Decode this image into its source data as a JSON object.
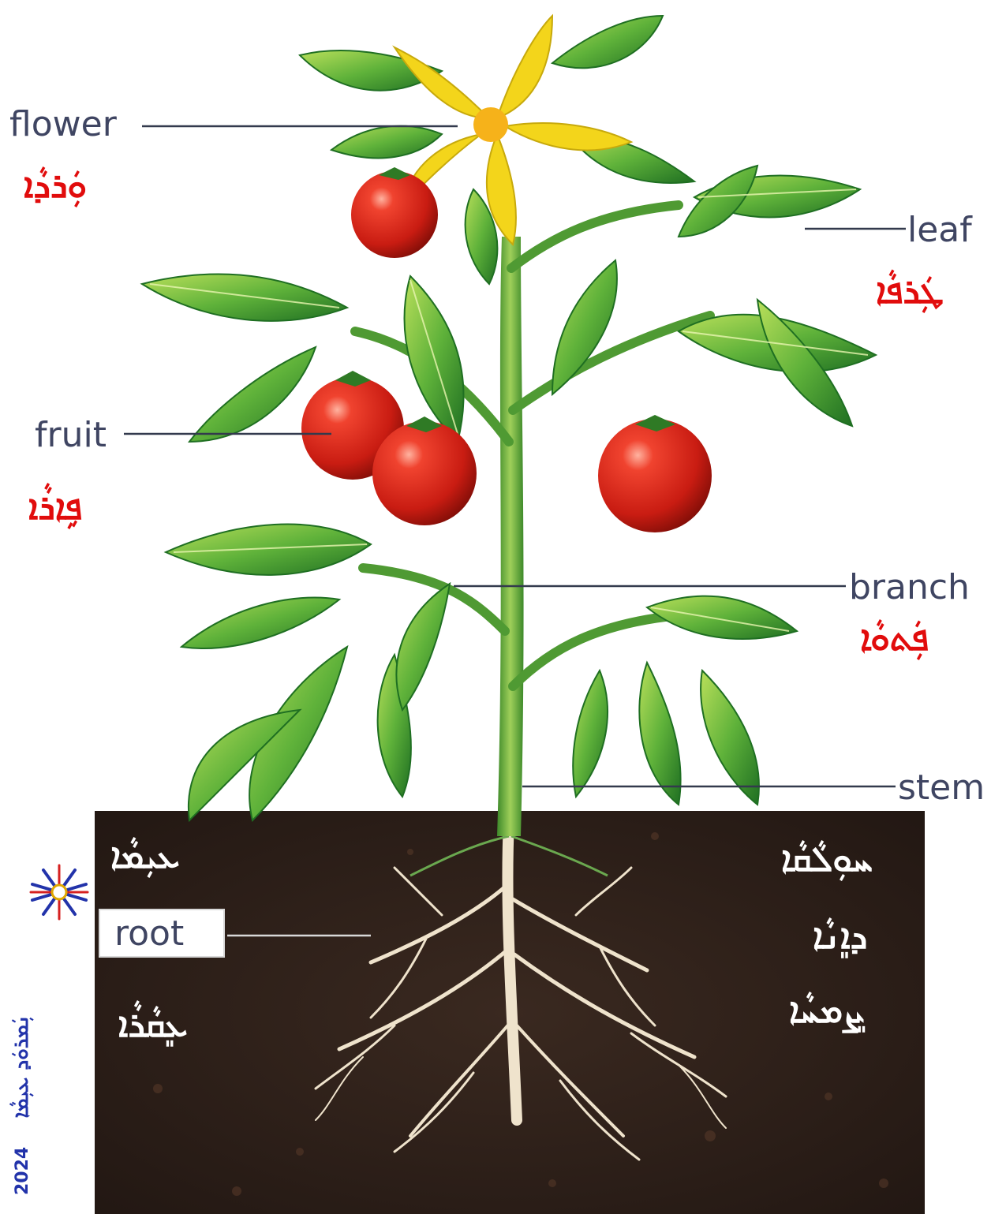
{
  "labels": {
    "flower": {
      "en": "flower",
      "syriac": "ܘܲܪܕܵܐ"
    },
    "leaf": {
      "en": "leaf",
      "syriac": "ܛܲܪܦܵܐ"
    },
    "fruit": {
      "en": "fruit",
      "syriac": "ܦܹܐܪܵܐ"
    },
    "branch": {
      "en": "branch",
      "syriac": "ܦܲܬܘܵܐ"
    },
    "stem": {
      "en": "stem"
    },
    "root": {
      "en": "root",
      "syriac": "ܥܸܩܵܪܵܐ"
    }
  },
  "soil_text": {
    "left_top": "ܥܝܼܡܵܐ",
    "right_line1": "ܚܘܼܠܵܩܵܐ",
    "right_line2": "ܕܐܸܢܵܐ",
    "right_line3": "ܨܸܡܚܵܐ"
  },
  "credit": {
    "name": "ܢܲܡܪܘܿܕ ܥܝܼܡܵܐ",
    "year": "2024"
  },
  "colors": {
    "syriac_label": "#e10c0c",
    "soil": "#2a1d17",
    "leaf": "#3f9a2c",
    "tomato": "#d8261a",
    "flower": "#f3d51b",
    "root": "#efe3cc",
    "credit": "#2233aa"
  }
}
